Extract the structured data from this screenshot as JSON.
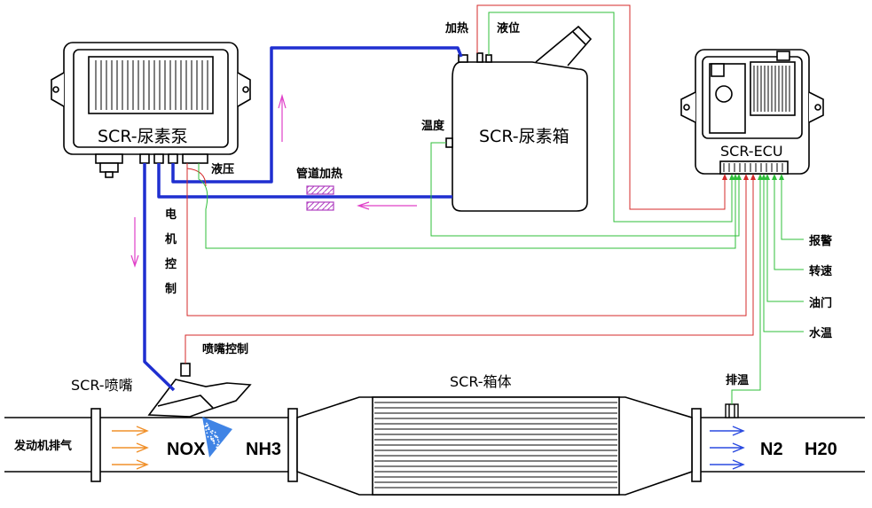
{
  "components": {
    "pump": "SCR-尿素泵",
    "tank": "SCR-尿素箱",
    "ecu": "SCR-ECU",
    "nozzle": "SCR-喷嘴",
    "catalyst": "SCR-箱体"
  },
  "labels": {
    "hydraulic": "液压",
    "heating": "加热",
    "level": "液位",
    "temperature": "温度",
    "pipe_heating": "管道加热",
    "motor_control": "电机控制",
    "nozzle_control": "喷嘴控制",
    "exhaust_temp": "排温",
    "engine_exhaust": "发动机排气"
  },
  "ecu_inputs": [
    "报警",
    "转速",
    "油门",
    "水温"
  ],
  "gases": {
    "inlet": "NOX",
    "reagent": "NH3",
    "outlet_1": "N2",
    "outlet_2": "H20"
  },
  "colors": {
    "urea_line": "#1f2fd0",
    "control_line": "#d42a2a",
    "sensor_line": "#2fbf3a",
    "flow_arrow": "#e040c8",
    "inlet_arrow": "#f0902a",
    "outlet_arrow": "#2a4ae0"
  }
}
